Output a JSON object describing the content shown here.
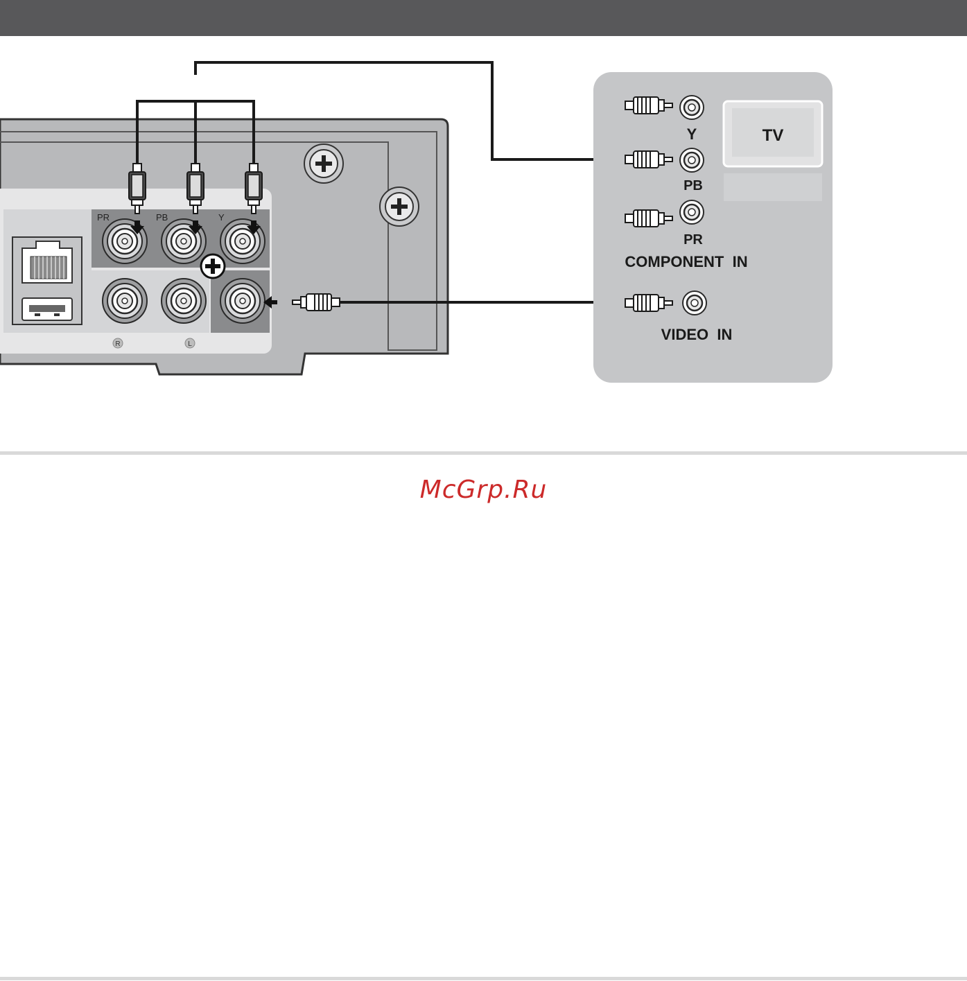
{
  "tv_panel": {
    "tv_label": "TV",
    "jack_y": "Y",
    "jack_pb": "PB",
    "jack_pr": "PR",
    "component_in": "COMPONENT  IN",
    "video_in": "VIDEO  IN"
  },
  "device_panel": {
    "jack_pr": "PR",
    "jack_pb": "PB",
    "jack_y": "Y",
    "audio_r": "R",
    "audio_l": "L"
  },
  "watermark": "McGrp.Ru",
  "colors": {
    "header": "#58585a",
    "tv_panel": "#c5c6c8",
    "device_body": "#b8b9bb",
    "jack_dark": "#8a8b8d",
    "watermark": "#cc2a2a"
  }
}
